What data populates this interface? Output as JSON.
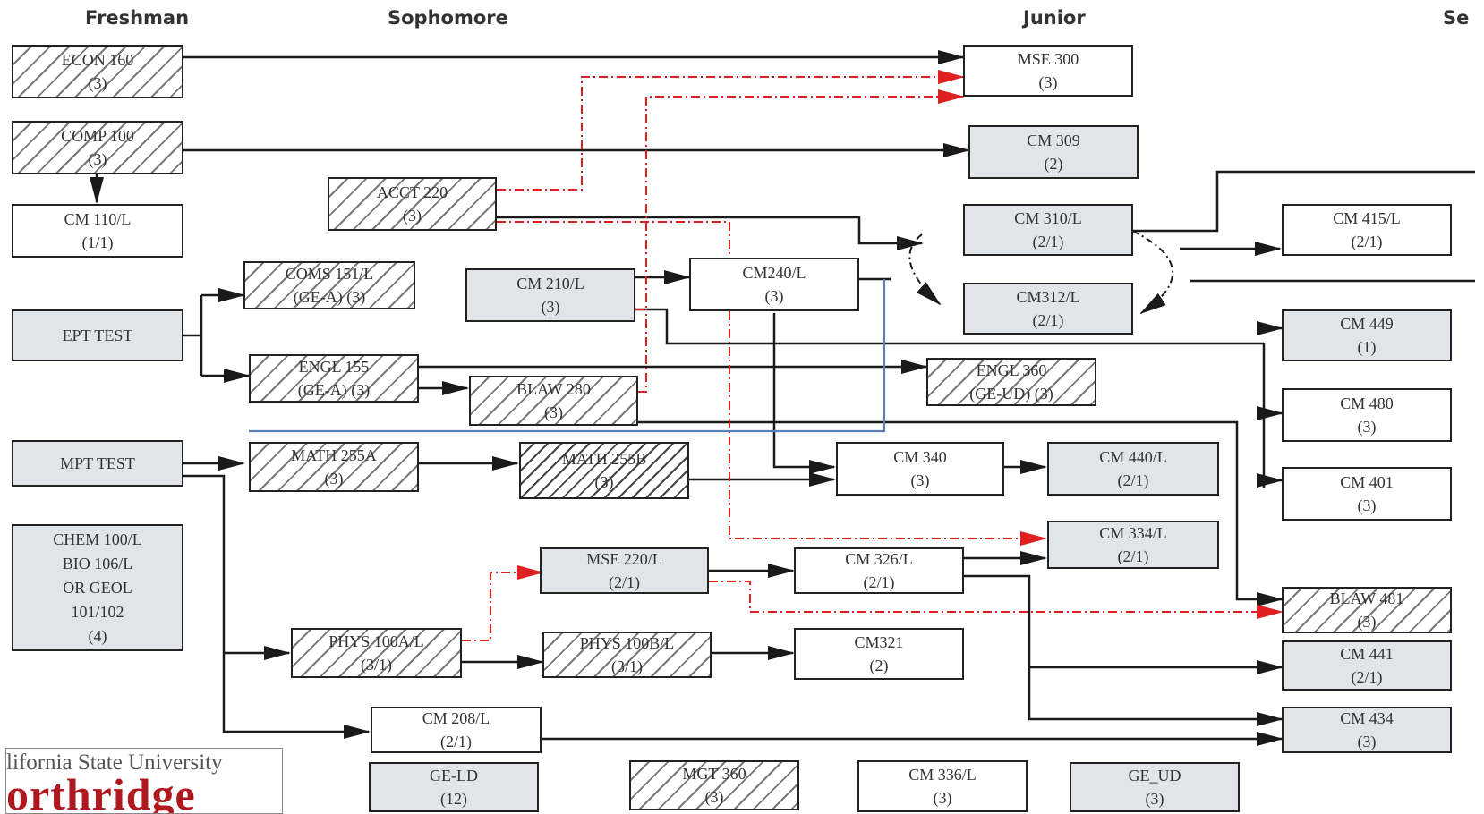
{
  "headers": {
    "freshman": "Freshman",
    "sophomore": "Sophomore",
    "junior": "Junior",
    "senior": "Se"
  },
  "colors": {
    "box_border": "#222222",
    "shaded_fill": "#e1e5e9",
    "solid_arrow": "#1a1a1a",
    "dashed_arrow": "#e02020",
    "blue_link": "#5b7fb8",
    "logo_red": "#b01820"
  },
  "courses": {
    "econ160": {
      "line1": "ECON 160",
      "line2": "(3)",
      "style": "hatched"
    },
    "comp100": {
      "line1": "COMP 100",
      "line2": "(3)",
      "style": "hatched"
    },
    "cm110": {
      "line1": "CM 110/L",
      "line2": "(1/1)",
      "style": "plain"
    },
    "ept": {
      "line1": "EPT TEST",
      "line2": "",
      "style": "shaded"
    },
    "mpt": {
      "line1": "MPT TEST",
      "line2": "",
      "style": "shaded"
    },
    "chem": {
      "line1": "CHEM 100/L",
      "line2": "BIO 106/L",
      "line3": "OR GEOL",
      "line4": "101/102",
      "line5": "(4)",
      "style": "shaded"
    },
    "acct220": {
      "line1": "ACCT 220",
      "line2": "(3)",
      "style": "hatched"
    },
    "coms151": {
      "line1": "COMS 151/L",
      "line2": "(GE-A) (3)",
      "style": "hatched"
    },
    "engl155": {
      "line1": "ENGL 155",
      "line2": "(GE-A) (3)",
      "style": "hatched"
    },
    "math255a": {
      "line1": "MATH 255A",
      "line2": "(3)",
      "style": "hatched"
    },
    "phys100a": {
      "line1": "PHYS 100A/L",
      "line2": "(3/1)",
      "style": "hatched"
    },
    "cm208": {
      "line1": "CM 208/L",
      "line2": "(2/1)",
      "style": "plain"
    },
    "gels": {
      "line1": "GE-LD",
      "line2": "(12)",
      "style": "shaded"
    },
    "cm210": {
      "line1": "CM 210/L",
      "line2": "(3)",
      "style": "shaded"
    },
    "blaw280": {
      "line1": "BLAW 280",
      "line2": "(3)",
      "style": "hatched"
    },
    "math255b": {
      "line1": "MATH 255B",
      "line2": "(3)",
      "style": "hatched-dense"
    },
    "mse220": {
      "line1": "MSE 220/L",
      "line2": "(2/1)",
      "style": "shaded"
    },
    "phys100b": {
      "line1": "PHYS 100B/L",
      "line2": "(3/1)",
      "style": "hatched"
    },
    "mgt360": {
      "line1": "MGT 360",
      "line2": "(3)",
      "style": "hatched"
    },
    "cm240": {
      "line1": "CM240/L",
      "line2": "(3)",
      "style": "plain"
    },
    "cm340": {
      "line1": "CM 340",
      "line2": "(3)",
      "style": "plain"
    },
    "cm326": {
      "line1": "CM 326/L",
      "line2": "(2/1)",
      "style": "plain"
    },
    "cm321": {
      "line1": "CM321",
      "line2": "(2)",
      "style": "plain"
    },
    "cm336": {
      "line1": "CM 336/L",
      "line2": "(3)",
      "style": "plain"
    },
    "mse300": {
      "line1": "MSE 300",
      "line2": "(3)",
      "style": "plain"
    },
    "cm309": {
      "line1": "CM 309",
      "line2": "(2)",
      "style": "shaded"
    },
    "cm310": {
      "line1": "CM 310/L",
      "line2": "(2/1)",
      "style": "shaded"
    },
    "cm312": {
      "line1": "CM312/L",
      "line2": "(2/1)",
      "style": "shaded"
    },
    "engl360": {
      "line1": "ENGL 360",
      "line2": "(GE-UD) (3)",
      "style": "hatched"
    },
    "cm440": {
      "line1": "CM 440/L",
      "line2": "(2/1)",
      "style": "shaded"
    },
    "cm334": {
      "line1": "CM 334/L",
      "line2": "(2/1)",
      "style": "shaded"
    },
    "geud": {
      "line1": "GE_UD",
      "line2": "(3)",
      "style": "shaded"
    },
    "cm415": {
      "line1": "CM 415/L",
      "line2": "(2/1)",
      "style": "plain"
    },
    "cm449": {
      "line1": "CM 449",
      "line2": "(1)",
      "style": "shaded"
    },
    "cm480": {
      "line1": "CM 480",
      "line2": "(3)",
      "style": "plain"
    },
    "cm401": {
      "line1": "CM 401",
      "line2": "(3)",
      "style": "plain"
    },
    "blaw481": {
      "line1": "BLAW 481",
      "line2": "(3)",
      "style": "hatched"
    },
    "cm441": {
      "line1": "CM 441",
      "line2": "(2/1)",
      "style": "shaded"
    },
    "cm434": {
      "line1": "CM 434",
      "line2": "(3)",
      "style": "shaded"
    }
  },
  "logo": {
    "line1": "lifornia State University",
    "line2": "orthridge"
  }
}
